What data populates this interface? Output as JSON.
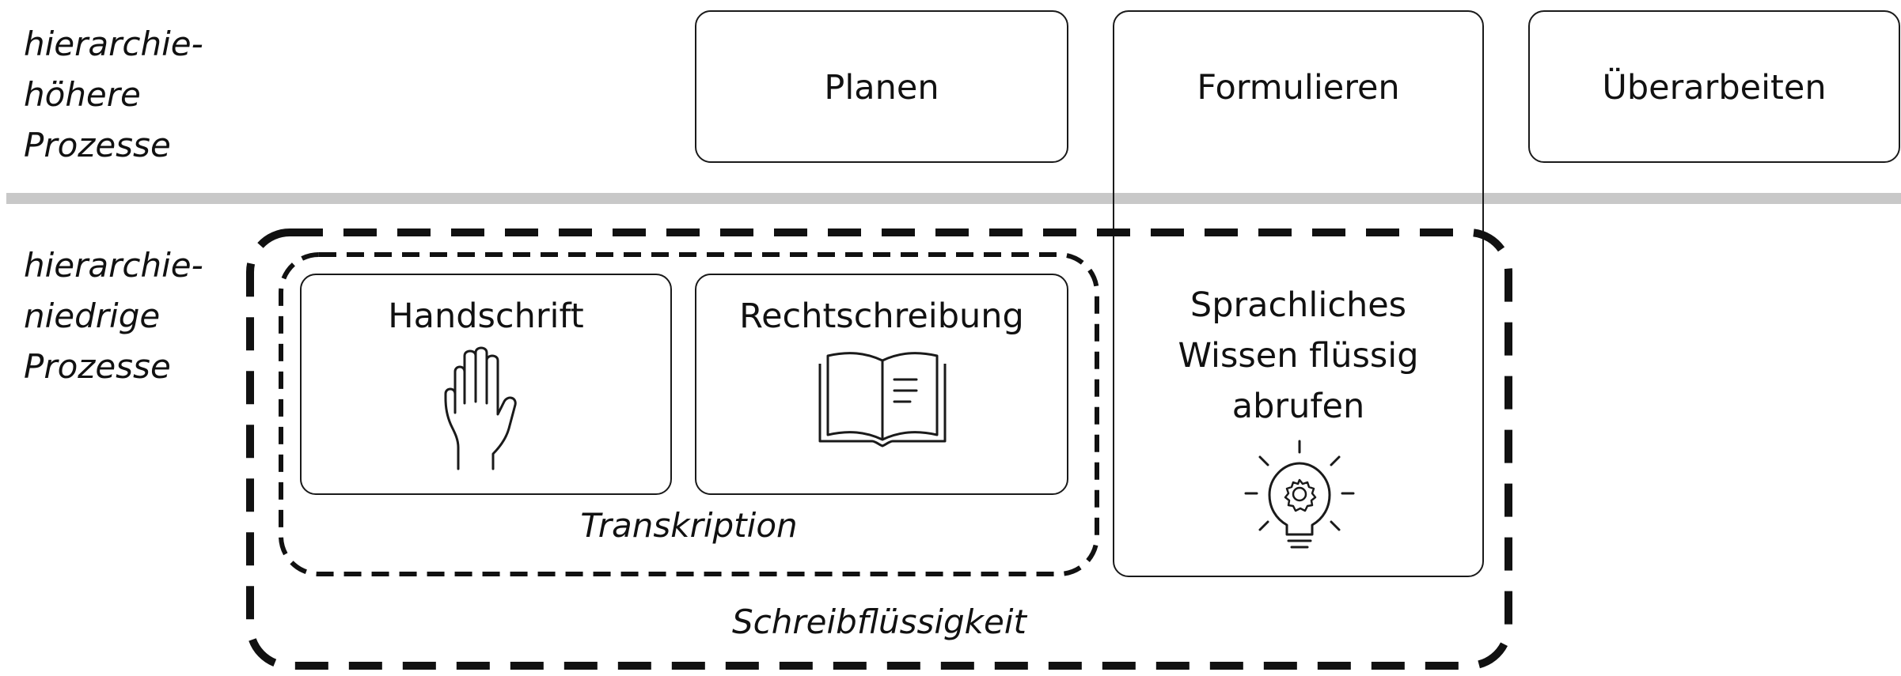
{
  "labels": {
    "higher": "hierarchie-\nhöhere\nProzesse",
    "lower": "hierarchie-\nniedrige\nProzesse"
  },
  "boxes": {
    "planen": "Planen",
    "formulieren": "Formulieren",
    "ueberarbeiten": "Überarbeiten",
    "handschrift": "Handschrift",
    "rechtschreibung": "Rechtschreibung",
    "wissen": "Sprachliches\nWissen flüssig\nabrufen"
  },
  "groups": {
    "transkription": "Transkription",
    "schreibfluessigkeit": "Schreibflüssigkeit"
  },
  "icons": {
    "handschrift": "hand-icon",
    "rechtschreibung": "book-icon",
    "wissen": "lightbulb-gear-icon"
  },
  "colors": {
    "stroke": "#1a1a1a",
    "divider": "#c8c8c8"
  }
}
